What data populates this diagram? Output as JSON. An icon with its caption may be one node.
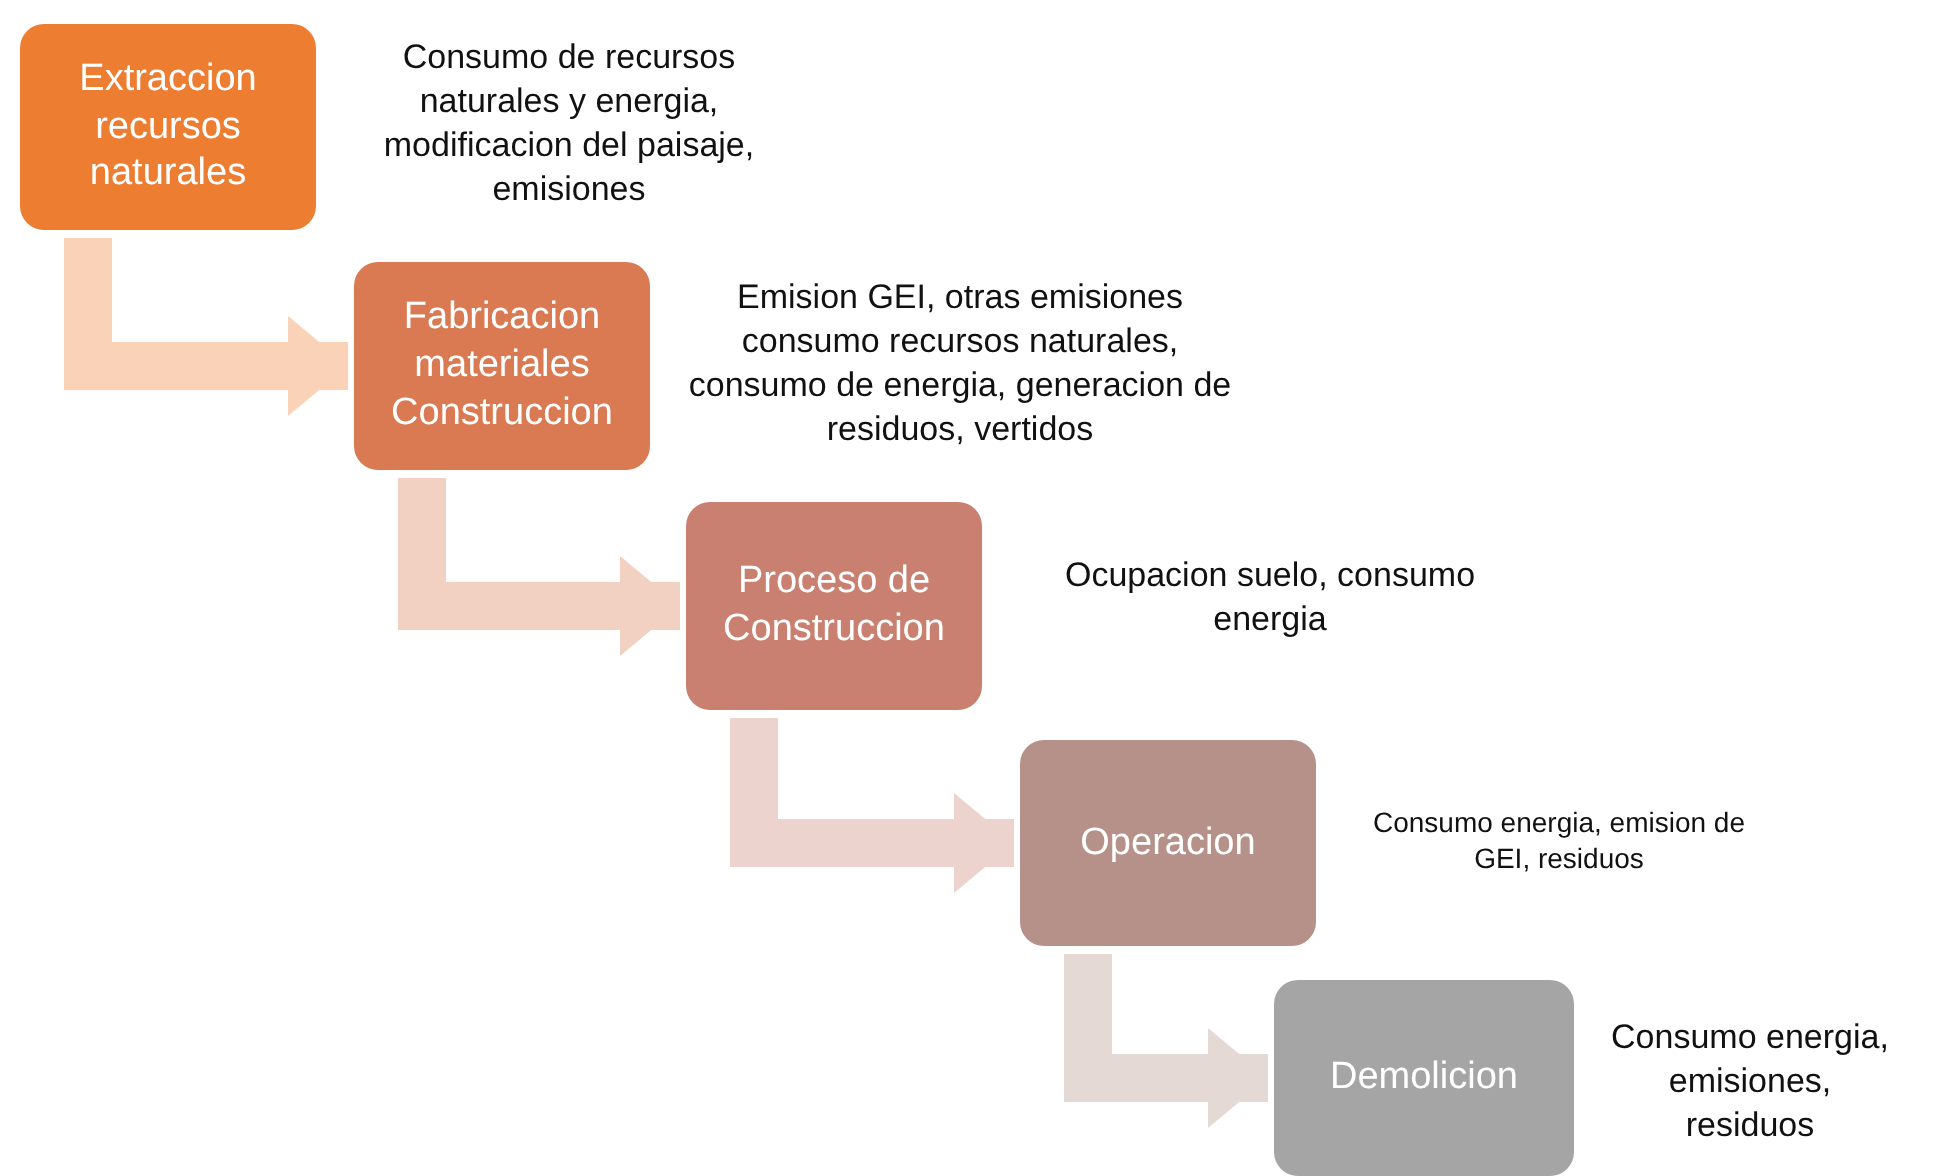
{
  "diagram": {
    "nodes": [
      {
        "text": [
          "Extraccion recursos naturales"
        ],
        "beside": [
          "Consumo de recursos naturales y energia, modificacion del paisaje, emisiones"
        ]
      },
      {
        "text": [
          "Fabricacion materiales Construccion"
        ],
        "beside": [
          "Emision GEI, otras emisiones consumo recursos naturales, consumo de energia, generacion de residuos, vertidos"
        ]
      },
      {
        "text": [
          "Proceso de Construccion"
        ],
        "beside": [
          "Ocupacion suelo, consumo energia"
        ]
      },
      {
        "text": [
          "Operacion"
        ],
        "beside": [
          "Consumo energia, emision de GEI, residuos"
        ]
      },
      {
        "text": [
          "Demolicion"
        ],
        "beside": [
          "Consumo energia, emisiones, residuos"
        ]
      }
    ],
    "edges": [
      {
        "from": 0,
        "to": 1,
        "arrow": "to"
      },
      {
        "from": 1,
        "to": 2,
        "arrow": "to"
      },
      {
        "from": 2,
        "to": 3,
        "arrow": "to"
      },
      {
        "from": 3,
        "to": 4,
        "arrow": "to"
      }
    ]
  }
}
